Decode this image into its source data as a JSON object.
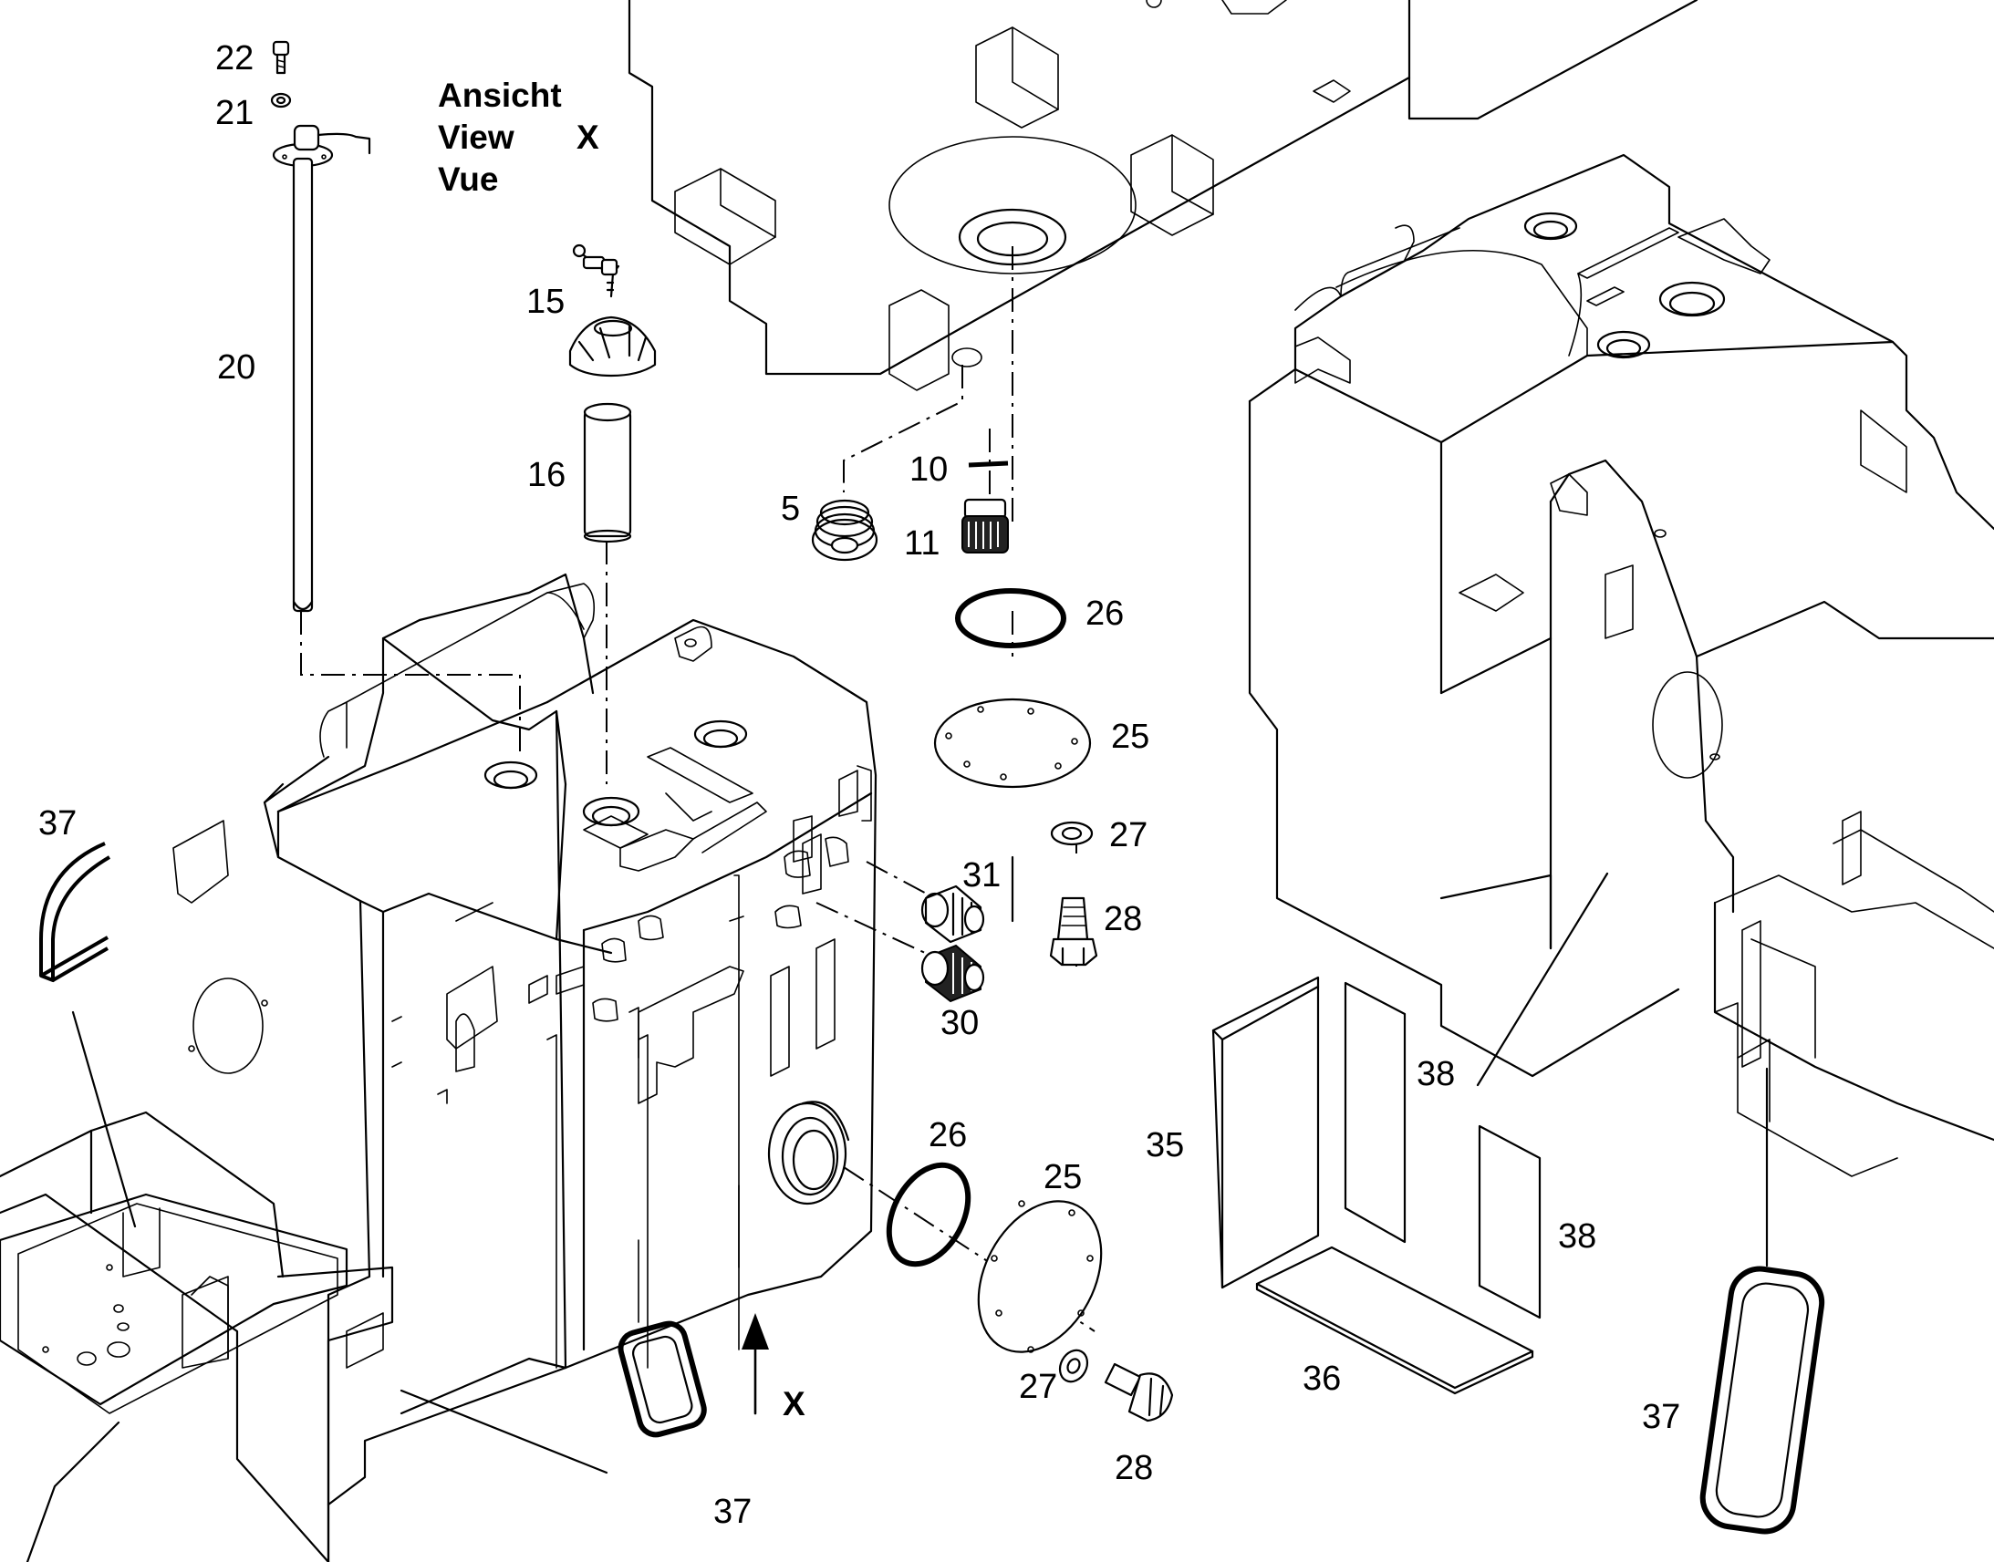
{
  "view_note": {
    "line1": "Ansicht",
    "line2": "View",
    "line3": "Vue",
    "marker": "X"
  },
  "arrow_marker": "X",
  "callouts": {
    "c22": "22",
    "c21": "21",
    "c20": "20",
    "c15": "15",
    "c16": "16",
    "c5": "5",
    "c10": "10",
    "c11": "11",
    "c26_top": "26",
    "c25_top": "25",
    "c27_top": "27",
    "c28_top": "28",
    "c31": "31",
    "c30": "30",
    "c37_left": "37",
    "c26_bottom": "26",
    "c25_bottom": "25",
    "c27_bottom": "27",
    "c28_bottom": "28",
    "c37_bottom": "37",
    "c35": "35",
    "c38_top": "38",
    "c38_bottom": "38",
    "c36": "36",
    "c37_right": "37"
  }
}
